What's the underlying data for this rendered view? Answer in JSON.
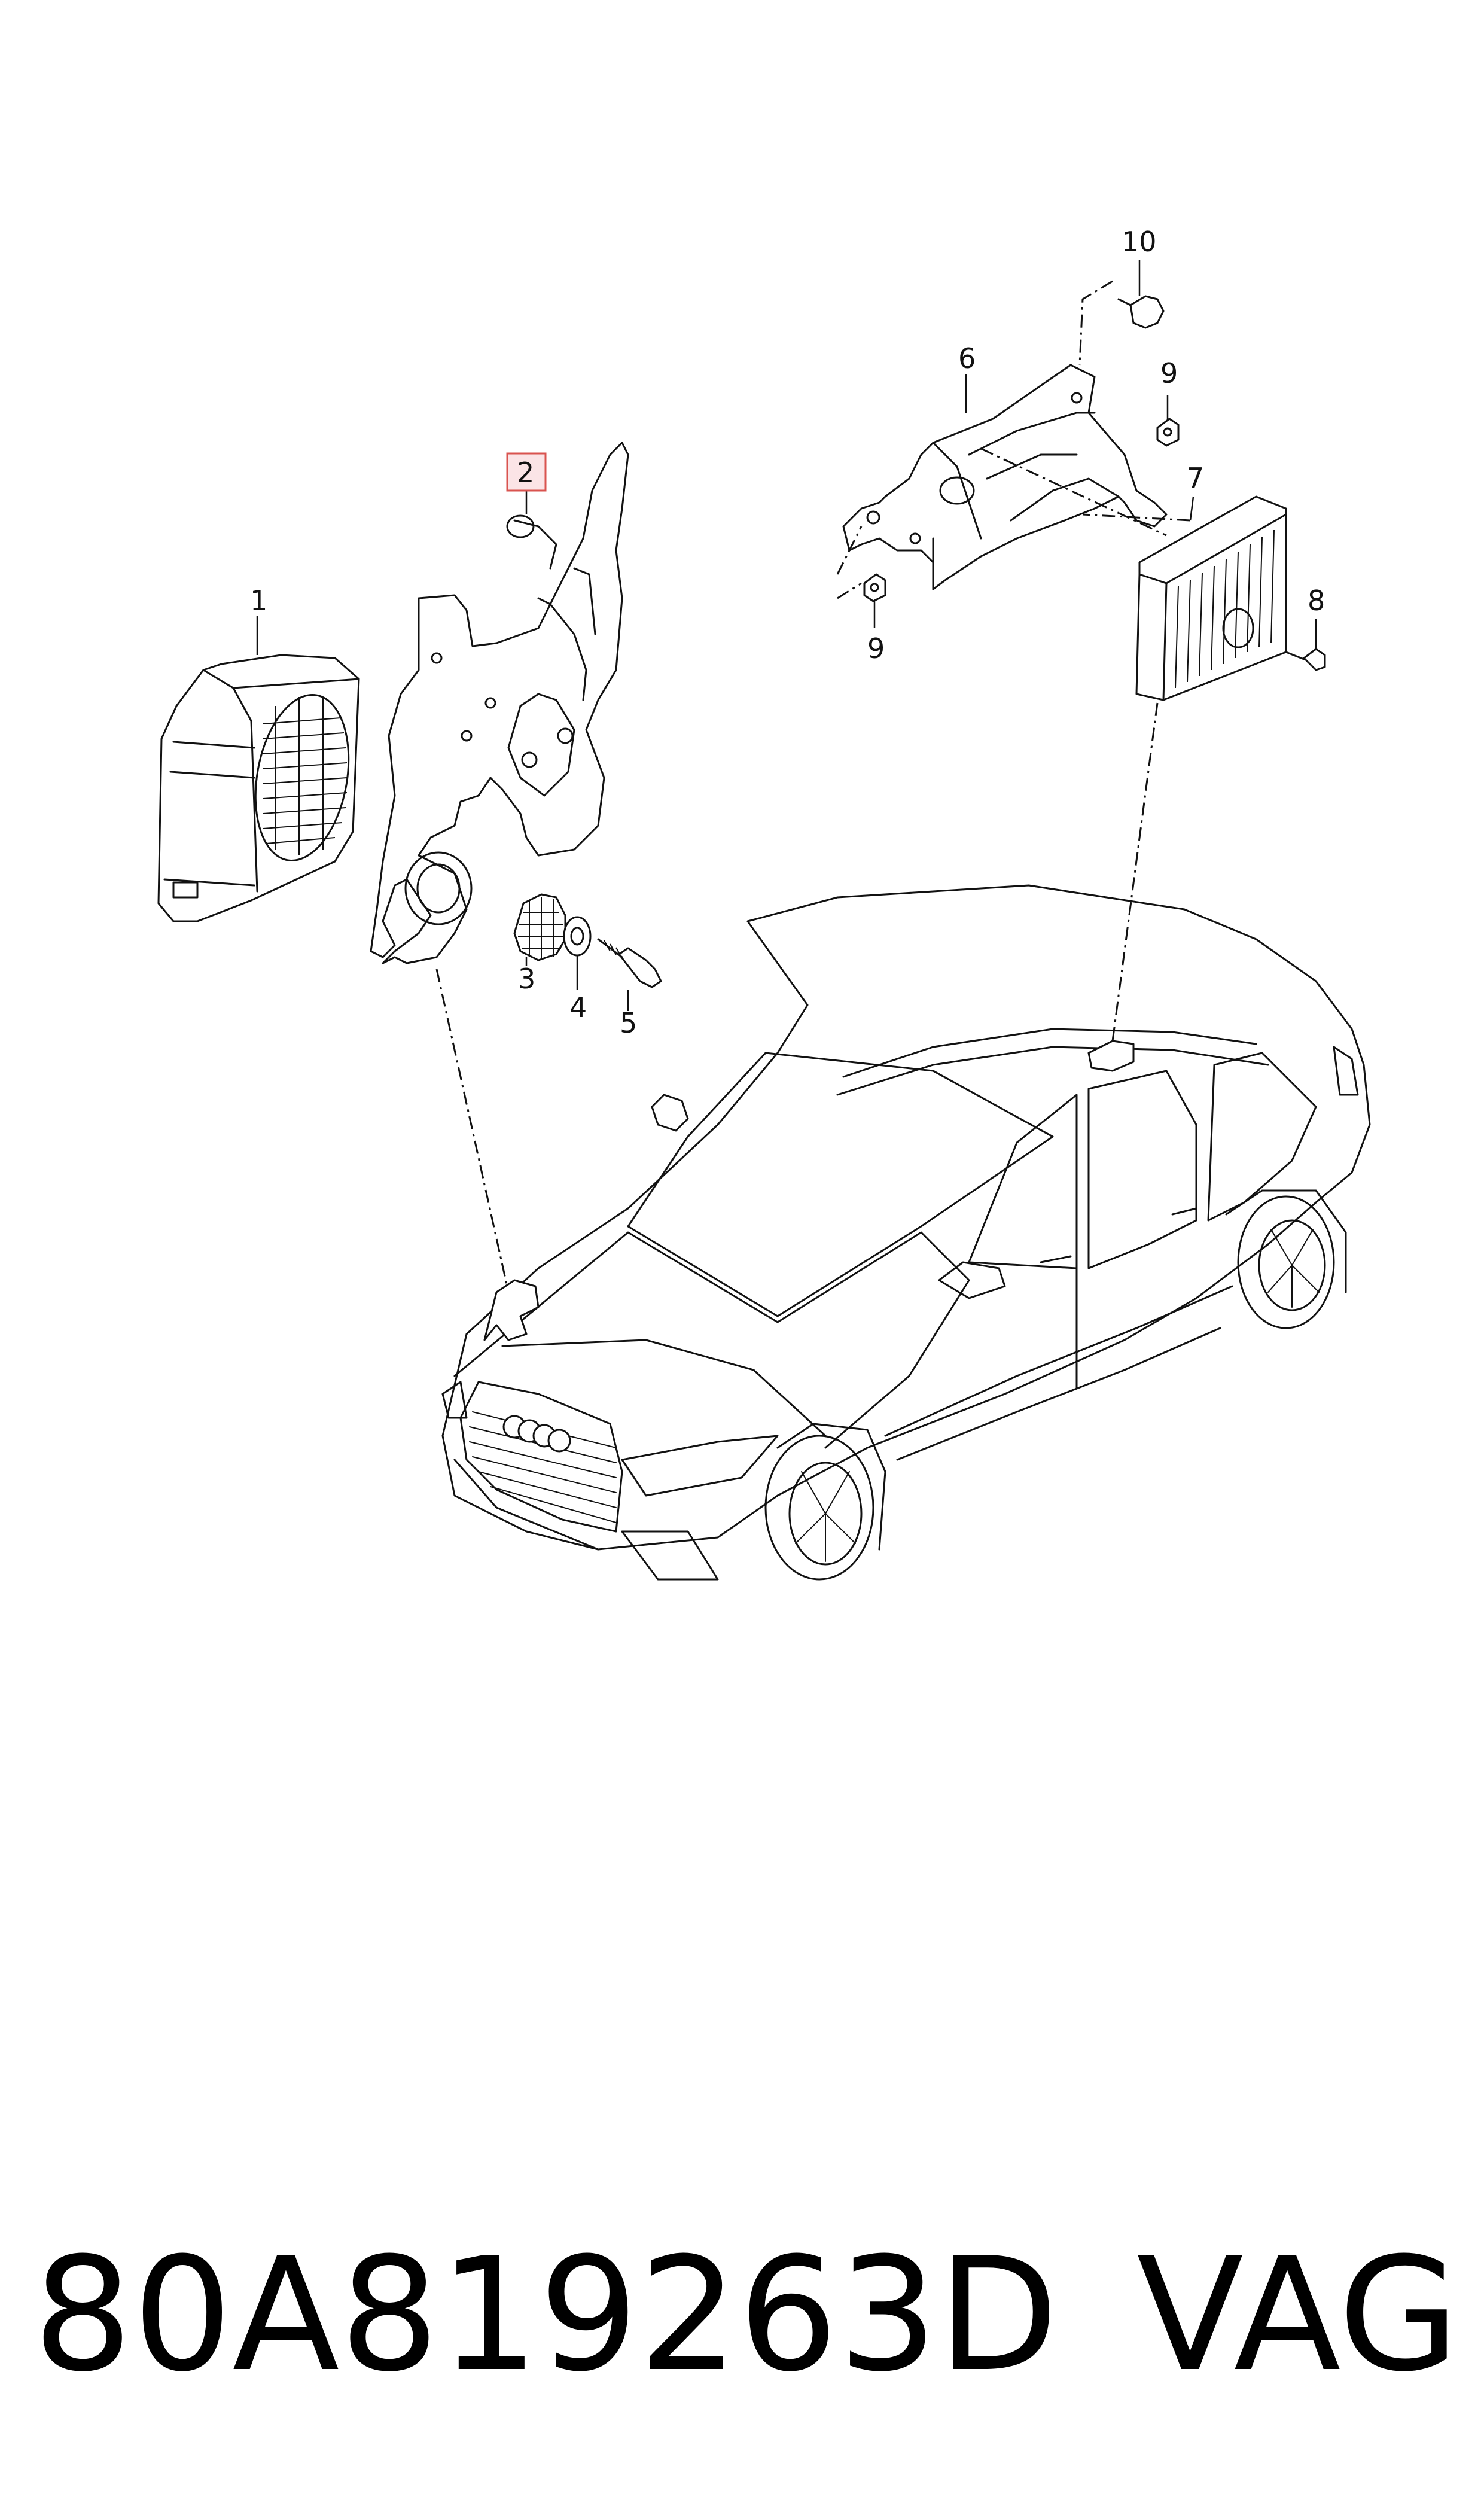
{
  "callouts": [
    {
      "id": "1",
      "label": "1"
    },
    {
      "id": "2",
      "label": "2",
      "highlighted": true
    },
    {
      "id": "3",
      "label": "3"
    },
    {
      "id": "4",
      "label": "4"
    },
    {
      "id": "5",
      "label": "5"
    },
    {
      "id": "6",
      "label": "6"
    },
    {
      "id": "7",
      "label": "7"
    },
    {
      "id": "8",
      "label": "8"
    },
    {
      "id": "9a",
      "label": "9"
    },
    {
      "id": "9b",
      "label": "9"
    },
    {
      "id": "10",
      "label": "10"
    }
  ],
  "caption": {
    "part_number": "80A819263D",
    "brand": "VAG"
  },
  "colors": {
    "line": "#111111",
    "highlight_border": "#d9534f",
    "highlight_fill": "#fbe4e6"
  }
}
